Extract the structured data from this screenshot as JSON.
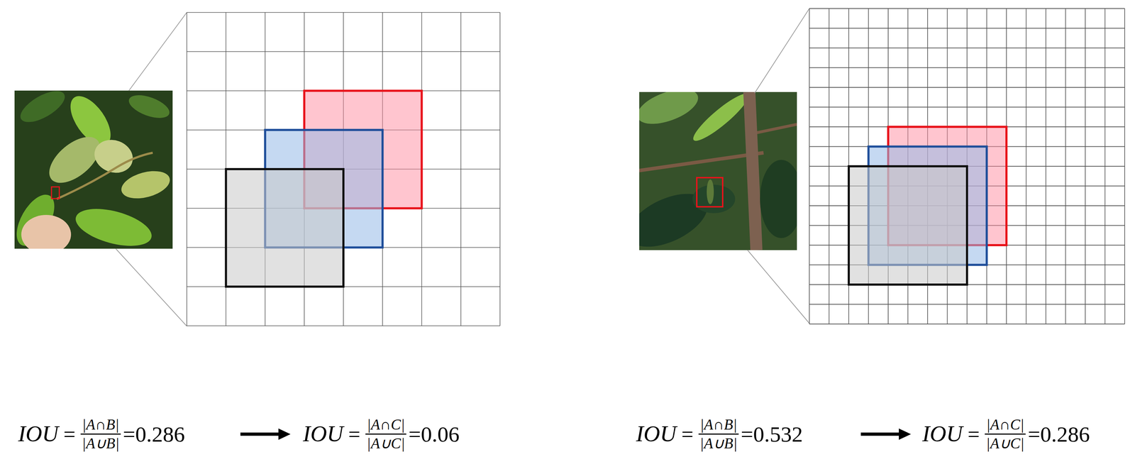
{
  "diagram": {
    "labels": [
      "IOU",
      "=",
      "|A∩B|",
      "|A∪B|",
      "=0.286",
      "IOU",
      "=",
      "|A∩C|",
      "|A∪C|",
      "=0.06",
      "IOU",
      "=",
      "|A∩B|",
      "|A∪B|",
      "=0.532",
      "IOU",
      "=",
      "|A∩C|",
      "|A∪C|",
      "=0.286"
    ]
  }
}
